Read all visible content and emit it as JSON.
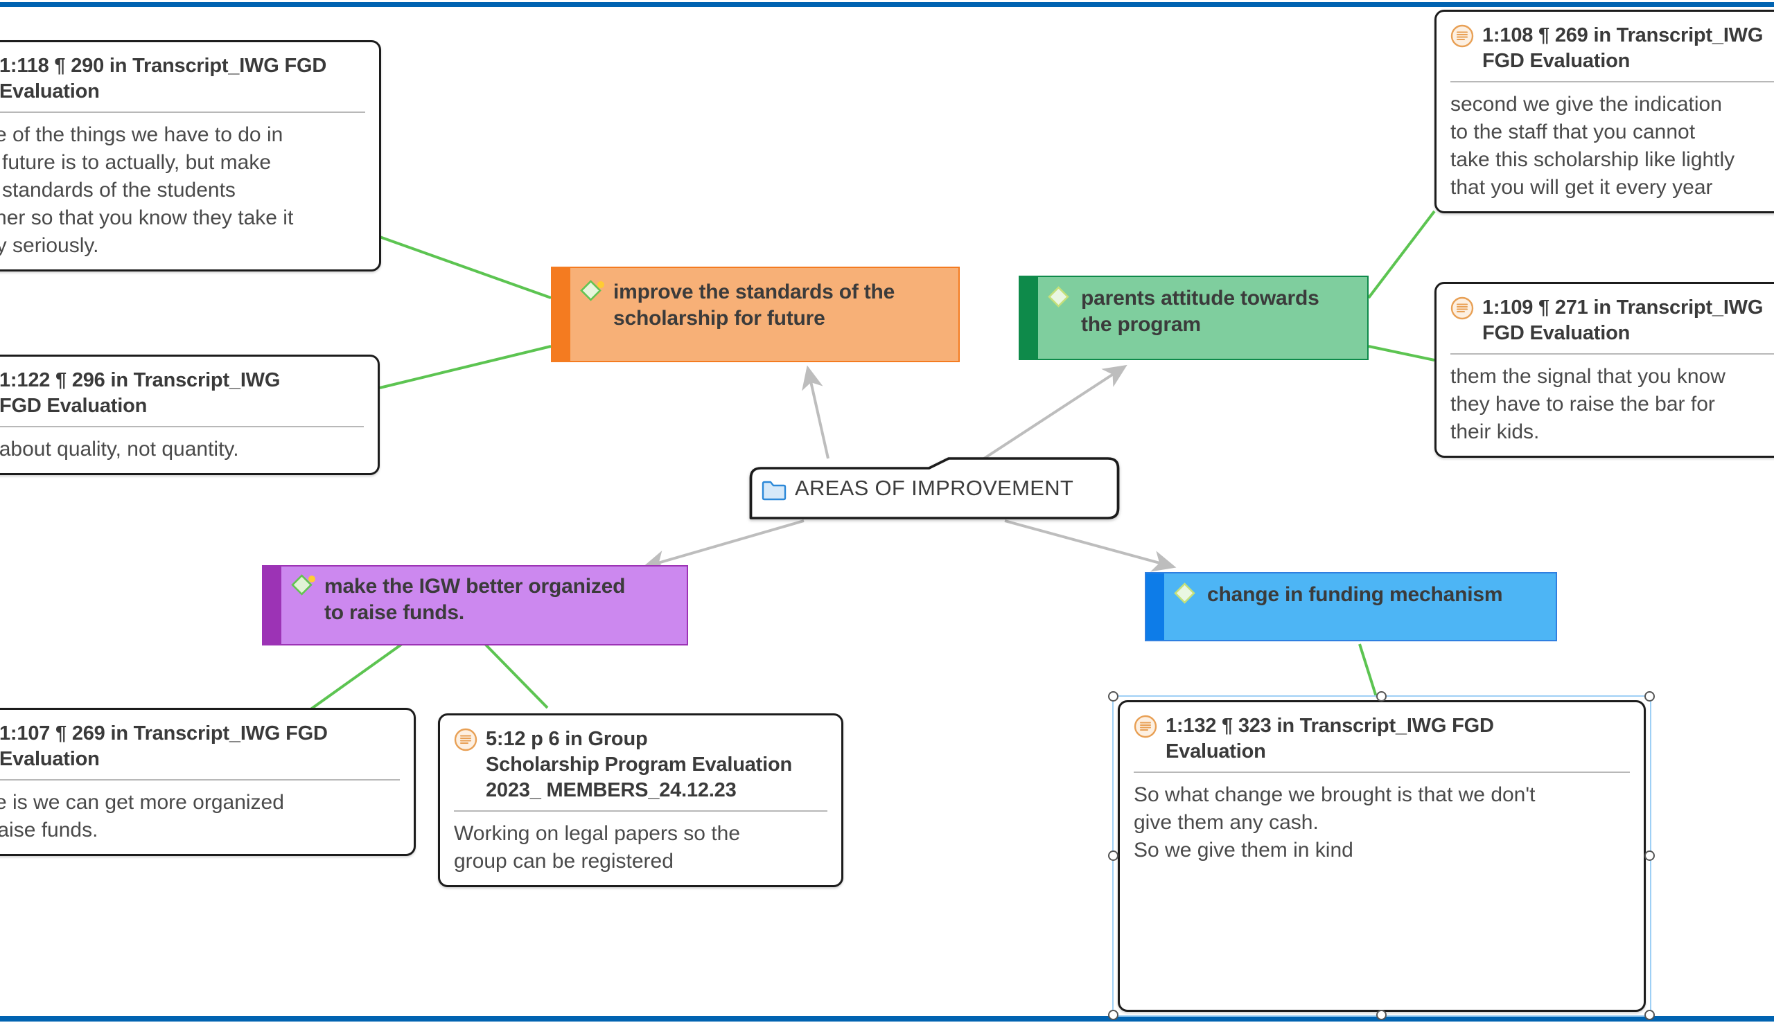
{
  "window": {
    "accent_color": "#0063b1",
    "canvas_background": "#ffffff"
  },
  "group_node": {
    "label": "AREAS OF IMPROVEMENT",
    "icon": "folder-icon",
    "icon_color": "#2b88d8"
  },
  "code_nodes": [
    {
      "id": "improve-standards",
      "label": "improve the standards of the\nscholarship for future",
      "fill": "#f7b077",
      "stripe": "#f47b20",
      "border": "#f47b20",
      "has_memo_dot": true,
      "memo_dot_color": "#ffcc33"
    },
    {
      "id": "parents-attitude",
      "label": "parents attitude towards\nthe program",
      "fill": "#7fce9e",
      "stripe": "#0e8a4a",
      "border": "#0e8a4a",
      "has_memo_dot": false,
      "memo_dot_color": "#ffcc33"
    },
    {
      "id": "igw-better-organized",
      "label": "make the IGW better organized\nto raise funds.",
      "fill": "#cc88ef",
      "stripe": "#9c33b5",
      "border": "#9c33b5",
      "has_memo_dot": true,
      "memo_dot_color": "#ffcc33"
    },
    {
      "id": "change-funding-mechanism",
      "label": "change in funding mechanism",
      "fill": "#4db5f5",
      "stripe": "#0d7ce8",
      "border": "#2f7fe0",
      "has_memo_dot": false,
      "memo_dot_color": "#ffcc33"
    }
  ],
  "quotations": [
    {
      "id": "q-1-118",
      "title": "1:118 ¶ 290 in Transcript_IWG FGD\nEvaluation",
      "body": "One of the things we have to do in\nthe future is to actually, but make\nthe standards of the students\nhigher so that you know they take it\nvery seriously.",
      "icon": "quotation-icon",
      "selected": false
    },
    {
      "id": "q-1-122",
      "title": "1:122 ¶ 296 in Transcript_IWG\nFGD Evaluation",
      "body": "It's about quality, not quantity.",
      "icon": "quotation-icon",
      "selected": false
    },
    {
      "id": "q-1-108",
      "title": "1:108 ¶ 269 in Transcript_IWG\nFGD Evaluation",
      "body": "second we give the indication\nto the staff that you cannot\ntake this scholarship like lightly\nthat you will get it every year",
      "icon": "quotation-icon",
      "selected": false
    },
    {
      "id": "q-1-109",
      "title": "1:109 ¶ 271 in Transcript_IWG\nFGD Evaluation",
      "body": "them the signal that you know\nthey have to raise the bar for\ntheir kids.",
      "icon": "quotation-icon",
      "selected": false
    },
    {
      "id": "q-1-107",
      "title": "1:107 ¶ 269 in Transcript_IWG FGD\nEvaluation",
      "body": "One is we can get more organized\nto raise funds.",
      "icon": "quotation-icon",
      "selected": false
    },
    {
      "id": "q-5-12",
      "title": "5:12 p 6 in                     Group\nScholarship Program Evaluation\n2023_ MEMBERS_24.12.23",
      "body": "Working on  legal papers so  the\ngroup can  be registered",
      "icon": "quotation-icon",
      "selected": false
    },
    {
      "id": "q-1-132",
      "title": "1:132 ¶ 323 in Transcript_IWG FGD\nEvaluation",
      "body": "So what change we brought is that we don't\ngive them any cash.\nSo we give them in kind",
      "icon": "quotation-icon",
      "selected": true
    }
  ],
  "edges": {
    "group_to_code_color": "#b7b7b7",
    "code_to_quote_color": "#5cc451"
  }
}
